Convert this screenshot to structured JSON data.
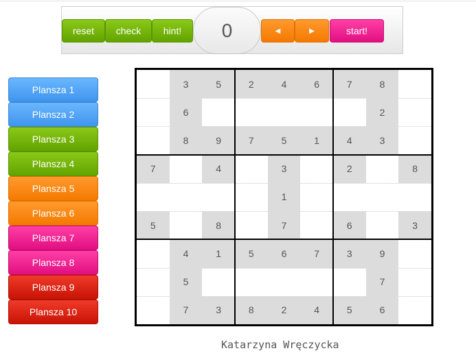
{
  "toolbar": {
    "reset_label": "reset",
    "check_label": "check",
    "hint_label": "hint!",
    "counter": "0",
    "prev_icon": "◀",
    "next_icon": "▶",
    "start_label": "start!"
  },
  "boards": [
    {
      "label": "Plansza 1",
      "color": "blue"
    },
    {
      "label": "Plansza 2",
      "color": "blue"
    },
    {
      "label": "Plansza 3",
      "color": "green"
    },
    {
      "label": "Plansza 4",
      "color": "green"
    },
    {
      "label": "Plansza 5",
      "color": "orange"
    },
    {
      "label": "Plansza 6",
      "color": "orange"
    },
    {
      "label": "Plansza 7",
      "color": "pink"
    },
    {
      "label": "Plansza 8",
      "color": "pink"
    },
    {
      "label": "Plansza 9",
      "color": "red"
    },
    {
      "label": "Plansza 10",
      "color": "red"
    }
  ],
  "colors": {
    "blue": "#4ca3f5",
    "green": "#6fb30a",
    "orange": "#f98a16",
    "pink": "#ee2493",
    "red": "#dc2214",
    "given_cell": "#dcdcdc"
  },
  "grid": [
    [
      "",
      "3",
      "5",
      "2",
      "4",
      "6",
      "7",
      "8",
      ""
    ],
    [
      "",
      "6",
      "",
      "",
      "",
      "",
      "",
      "2",
      ""
    ],
    [
      "",
      "8",
      "9",
      "7",
      "5",
      "1",
      "4",
      "3",
      ""
    ],
    [
      "7",
      "",
      "4",
      "",
      "3",
      "",
      "2",
      "",
      "8"
    ],
    [
      "",
      "",
      "",
      "",
      "1",
      "",
      "",
      "",
      ""
    ],
    [
      "5",
      "",
      "8",
      "",
      "7",
      "",
      "6",
      "",
      "3"
    ],
    [
      "",
      "4",
      "1",
      "5",
      "6",
      "7",
      "3",
      "9",
      ""
    ],
    [
      "",
      "5",
      "",
      "",
      "",
      "",
      "",
      "7",
      ""
    ],
    [
      "",
      "7",
      "3",
      "8",
      "2",
      "4",
      "5",
      "6",
      ""
    ]
  ],
  "given": [
    [
      0,
      1,
      1,
      1,
      1,
      1,
      1,
      1,
      0
    ],
    [
      0,
      1,
      0,
      0,
      0,
      0,
      0,
      1,
      0
    ],
    [
      0,
      1,
      1,
      1,
      1,
      1,
      1,
      1,
      0
    ],
    [
      1,
      0,
      1,
      0,
      1,
      0,
      1,
      0,
      1
    ],
    [
      0,
      0,
      0,
      0,
      1,
      0,
      0,
      0,
      0
    ],
    [
      1,
      0,
      1,
      0,
      1,
      0,
      1,
      0,
      1
    ],
    [
      0,
      1,
      1,
      1,
      1,
      1,
      1,
      1,
      0
    ],
    [
      0,
      1,
      0,
      0,
      0,
      0,
      0,
      1,
      0
    ],
    [
      0,
      1,
      1,
      1,
      1,
      1,
      1,
      1,
      0
    ]
  ],
  "author": "Katarzyna Wręczycka"
}
